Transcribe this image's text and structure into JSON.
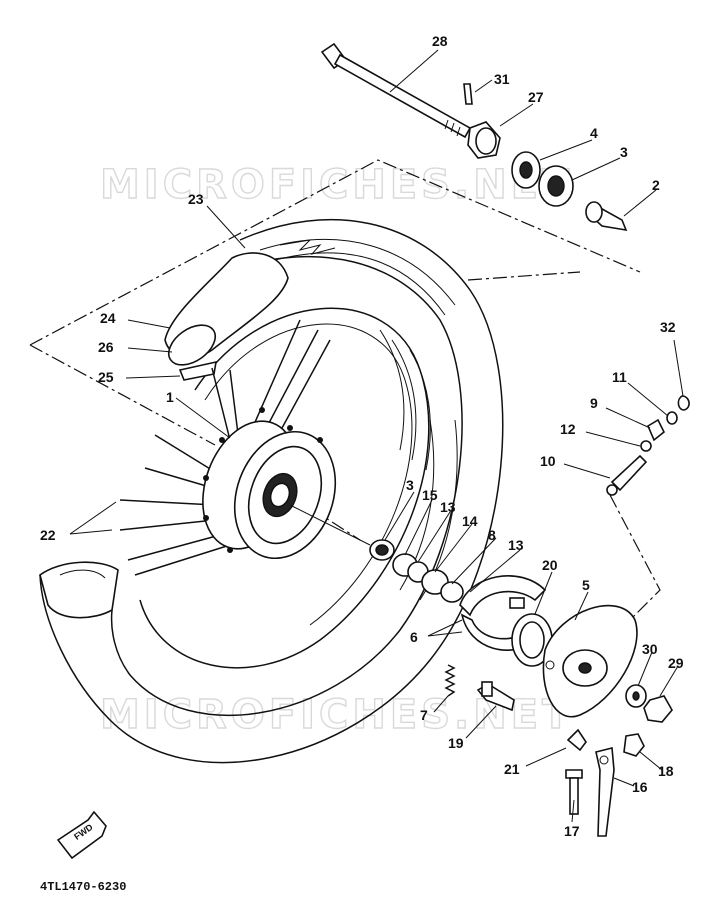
{
  "diagram": {
    "code": "4TL1470-6230",
    "watermark": "MICROFICHES.NET",
    "fwd_text": "FWD",
    "callouts": [
      {
        "id": "c28",
        "text": "28"
      },
      {
        "id": "c31",
        "text": "31"
      },
      {
        "id": "c27",
        "text": "27"
      },
      {
        "id": "c4",
        "text": "4"
      },
      {
        "id": "c3a",
        "text": "3"
      },
      {
        "id": "c2",
        "text": "2"
      },
      {
        "id": "c23",
        "text": "23"
      },
      {
        "id": "c24",
        "text": "24"
      },
      {
        "id": "c26",
        "text": "26"
      },
      {
        "id": "c25",
        "text": "25"
      },
      {
        "id": "c1",
        "text": "1"
      },
      {
        "id": "c22",
        "text": "22"
      },
      {
        "id": "c32",
        "text": "32"
      },
      {
        "id": "c11",
        "text": "11"
      },
      {
        "id": "c9",
        "text": "9"
      },
      {
        "id": "c12",
        "text": "12"
      },
      {
        "id": "c10",
        "text": "10"
      },
      {
        "id": "c3b",
        "text": "3"
      },
      {
        "id": "c15",
        "text": "15"
      },
      {
        "id": "c13a",
        "text": "13"
      },
      {
        "id": "c14",
        "text": "14"
      },
      {
        "id": "c8",
        "text": "8"
      },
      {
        "id": "c13b",
        "text": "13"
      },
      {
        "id": "c20",
        "text": "20"
      },
      {
        "id": "c5",
        "text": "5"
      },
      {
        "id": "c6",
        "text": "6"
      },
      {
        "id": "c30",
        "text": "30"
      },
      {
        "id": "c29",
        "text": "29"
      },
      {
        "id": "c7",
        "text": "7"
      },
      {
        "id": "c19",
        "text": "19"
      },
      {
        "id": "c21",
        "text": "21"
      },
      {
        "id": "c18",
        "text": "18"
      },
      {
        "id": "c16",
        "text": "16"
      },
      {
        "id": "c17",
        "text": "17"
      }
    ]
  }
}
